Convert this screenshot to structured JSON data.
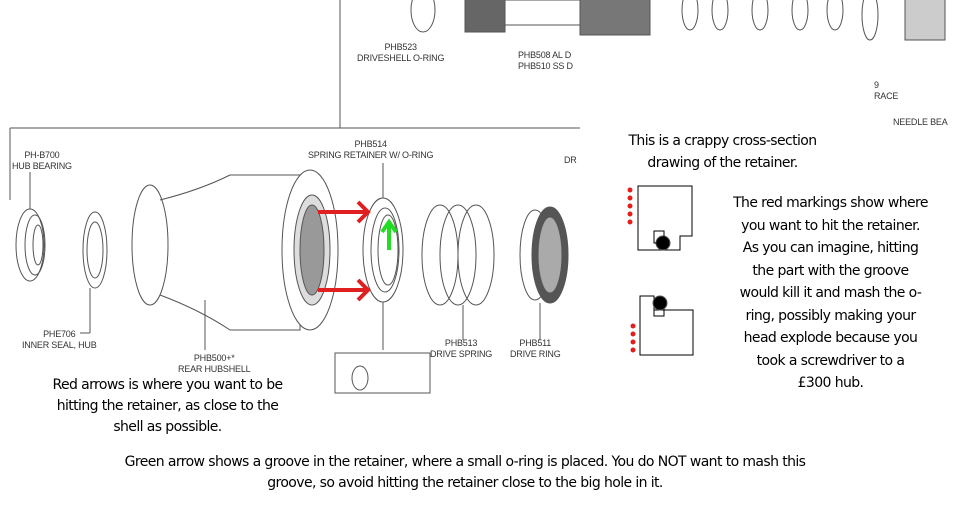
{
  "top_labels": {
    "phb523": "PHB523",
    "driveshell_oring": "DRIVESHELL O-RING",
    "phb508": "PHB508 AL D",
    "phb510": "PHB510 SS D",
    "race_num": "9",
    "race": "RACE",
    "needle": "NEEDLE BEA"
  },
  "parts": {
    "bearing_code": "PH-B700",
    "bearing_name": "HUB BEARING",
    "retainer_code": "PHB514",
    "retainer_name": "SPRING RETAINER W/ O-RING",
    "dr": "DR",
    "seal_code": "PHE706",
    "seal_name": "INNER SEAL, HUB",
    "shell_code": "PHB500+*",
    "shell_name": "REAR HUBSHELL",
    "spring_code": "PHB513",
    "spring_name": "DRIVE SPRING",
    "ring_code": "PHB511",
    "ring_name": "DRIVE RING"
  },
  "notes": {
    "cross_section_title": [
      "This is a crappy cross-section",
      "drawing of the retainer."
    ],
    "red_markings": [
      "The red markings show where",
      "you want to hit the retainer.",
      "As you can imagine, hitting",
      "the part with the groove",
      "would kill it and mash the o-",
      "ring, possibly making your",
      "head explode because you",
      "took a screwdriver to a",
      "£300 hub."
    ],
    "red_arrows": [
      "Red arrows is where you want to be",
      "hitting the retainer, as close to the",
      "shell as possible."
    ],
    "green_arrow": [
      "Green arrow shows a groove in the retainer, where a small o-ring is placed. You do NOT want to mash this",
      "groove, so avoid hitting the retainer close to the big hole in it."
    ]
  },
  "colors": {
    "red": "#e02020",
    "green": "#22dd22"
  }
}
